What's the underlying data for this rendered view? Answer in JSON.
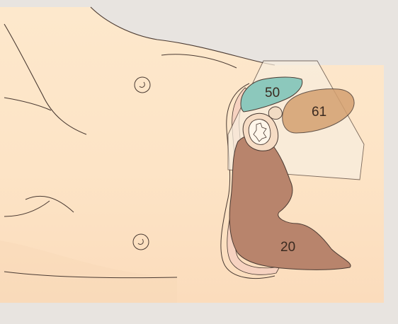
{
  "labels": {
    "region_a": "50",
    "region_b": "61",
    "region_c": "20"
  },
  "colors": {
    "background": "#e8e4e0",
    "skin": "#fde6c8",
    "skin_shadow": "#f8d6b4",
    "outline": "#4a3a32",
    "region_a_fill": "#8cc8bc",
    "region_b_fill": "#d4a070",
    "region_c_fill": "#b8846c",
    "probe_field": "#f8eedf",
    "body_rim": "#f6d2c0"
  }
}
